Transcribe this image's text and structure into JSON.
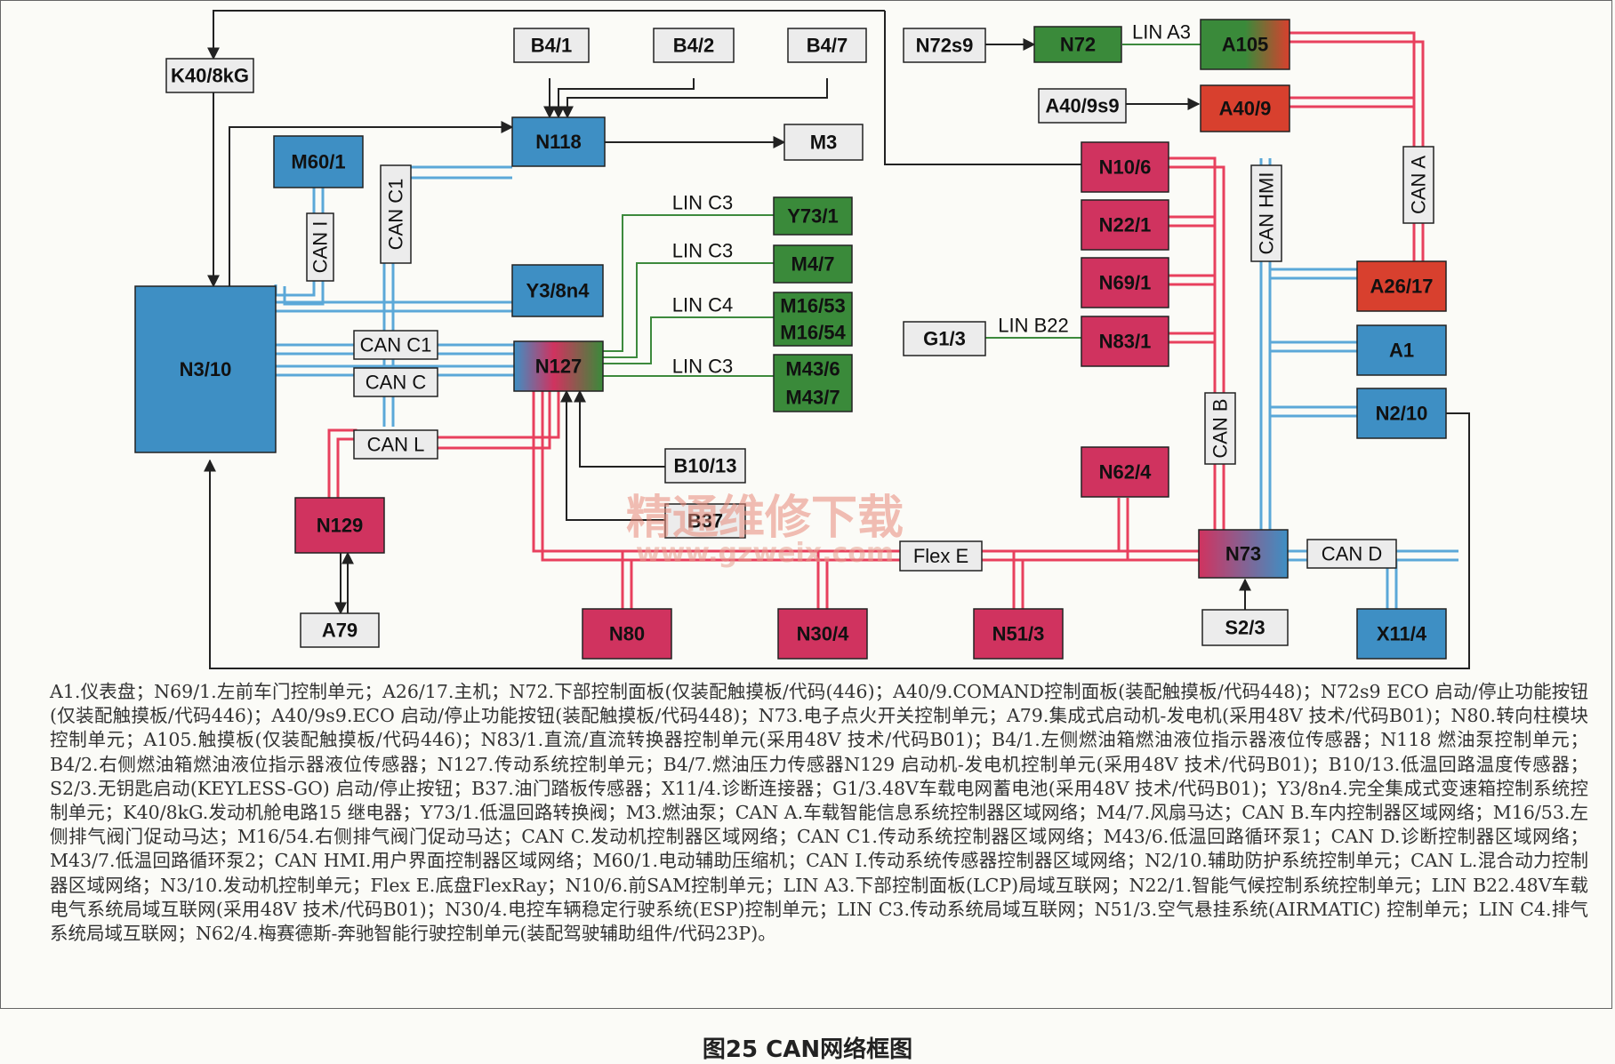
{
  "colors": {
    "blue": "#3e8fc4",
    "red": "#d0335f",
    "green": "#3a8a3a",
    "grey": "#ececec",
    "can_red": "#e8405e",
    "can_blue": "#5ba8d8",
    "lin_green": "#3d8a3d"
  },
  "nodes": {
    "K40_8kG": "K40/8kG",
    "B4_1": "B4/1",
    "B4_2": "B4/2",
    "B4_7": "B4/7",
    "N118": "N118",
    "M3": "M3",
    "M60_1": "M60/1",
    "CAN_I": "CAN I",
    "CAN_C1_v": "CAN C1",
    "N3_10": "N3/10",
    "Y3_8n4": "Y3/8n4",
    "CAN_C1_h": "CAN C1",
    "CAN_C": "CAN C",
    "N127": "N127",
    "CAN_L": "CAN L",
    "N129": "N129",
    "A79": "A79",
    "Y73_1": "Y73/1",
    "M4_7": "M4/7",
    "M16_53": "M16/53",
    "M16_54": "M16/54",
    "M43_6": "M43/6",
    "M43_7": "M43/7",
    "LIN_C3_1": "LIN C3",
    "LIN_C3_2": "LIN C3",
    "LIN_C4": "LIN C4",
    "LIN_C3_3": "LIN C3",
    "B10_13": "B10/13",
    "B37": "B37",
    "N80": "N80",
    "N30_4": "N30/4",
    "N51_3": "N51/3",
    "Flex_E": "Flex E",
    "N72s9": "N72s9",
    "N72": "N72",
    "LIN_A3": "LIN A3",
    "A105": "A105",
    "A40_9s9": "A40/9s9",
    "A40_9": "A40/9",
    "N10_6": "N10/6",
    "N22_1": "N22/1",
    "N69_1": "N69/1",
    "N83_1": "N83/1",
    "G1_3": "G1/3",
    "LIN_B22": "LIN B22",
    "CAN_HMI": "CAN HMI",
    "CAN_A": "CAN A",
    "CAN_B": "CAN B",
    "A26_17": "A26/17",
    "A1": "A1",
    "N2_10": "N2/10",
    "N62_4": "N62/4",
    "N73": "N73",
    "CAN_D": "CAN D",
    "S2_3": "S2/3",
    "X11_4": "X11/4"
  },
  "watermark": {
    "line1": "精通维修下载",
    "line2": "www.gzweix.com"
  },
  "legend": "A1.仪表盘；N69/1.左前车门控制单元；A26/17.主机；N72.下部控制面板(仅装配触摸板/代码(446)；A40/9.COMAND控制面板(装配触摸板/代码448)；N72s9 ECO 启动/停止功能按钮(仅装配触摸板/代码446)；A40/9s9.ECO 启动/停止功能按钮(装配触摸板/代码448)；N73.电子点火开关控制单元；A79.集成式启动机-发电机(采用48V 技术/代码B01)；N80.转向柱模块控制单元；A105.触摸板(仅装配触摸板/代码446)；N83/1.直流/直流转换器控制单元(采用48V 技术/代码B01)；B4/1.左侧燃油箱燃油液位指示器液位传感器；N118 燃油泵控制单元；B4/2.右侧燃油箱燃油液位指示器液位传感器；N127.传动系统控制单元；B4/7.燃油压力传感器N129 启动机-发电机控制单元(采用48V 技术/代码B01)；B10/13.低温回路温度传感器；S2/3.无钥匙启动(KEYLESS-GO) 启动/停止按钮；B37.油门踏板传感器；X11/4.诊断连接器；G1/3.48V车载电网蓄电池(采用48V 技术/代码B01)；Y3/8n4.完全集成式变速箱控制系统控制单元；K40/8kG.发动机舱电路15 继电器；Y73/1.低温回路转换阀；M3.燃油泵；CAN A.车载智能信息系统控制器区域网络；M4/7.风扇马达；CAN B.车内控制器区域网络；M16/53.左侧排气阀门促动马达；M16/54.右侧排气阀门促动马达；CAN C.发动机控制器区域网络；CAN C1.传动系统控制器区域网络；M43/6.低温回路循环泵1；CAN D.诊断控制器区域网络；M43/7.低温回路循环泵2；CAN HMI.用户界面控制器区域网络；M60/1.电动辅助压缩机；CAN I.传动系统传感器控制器区域网络；N2/10.辅助防护系统控制单元；CAN L.混合动力控制器区域网络；N3/10.发动机控制单元；Flex E.底盘FlexRay；N10/6.前SAM控制单元；LIN A3.下部控制面板(LCP)局域互联网；N22/1.智能气候控制系统控制单元；LIN B22.48V车载电气系统局域互联网(采用48V 技术/代码B01)；N30/4.电控车辆稳定行驶系统(ESP)控制单元；LIN C3.传动系统局域互联网；N51/3.空气悬挂系统(AIRMATIC) 控制单元；LIN C4.排气系统局域互联网；N62/4.梅赛德斯-奔驰智能行驶控制单元(装配驾驶辅助组件/代码23P)。",
  "caption": "图25 CAN网络框图"
}
